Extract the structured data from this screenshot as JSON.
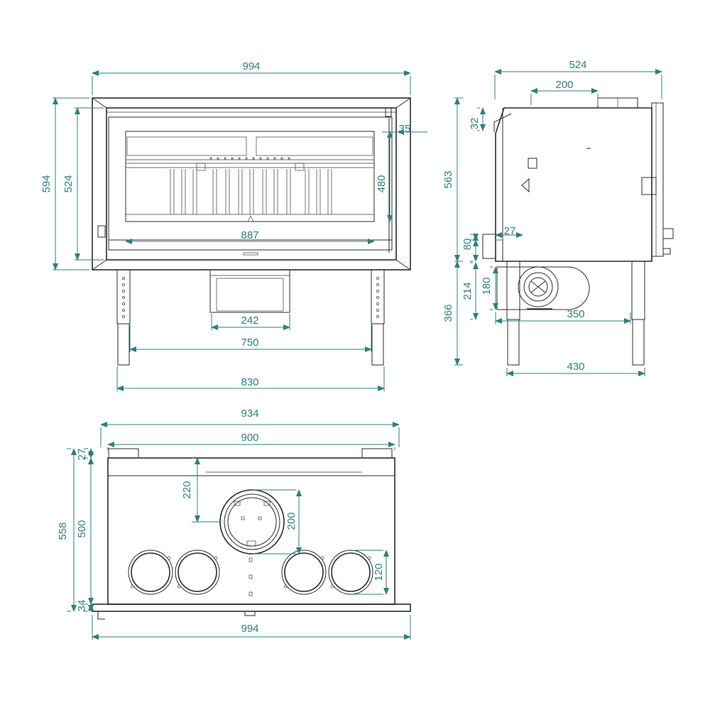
{
  "colors": {
    "dimension": "#2f7f7a",
    "outline": "#2b2b2b",
    "background": "#ffffff"
  },
  "front_view": {
    "overall_width": "994",
    "frame_height": "594",
    "door_height": "524",
    "glass_offset": "35",
    "glass_height": "480",
    "glass_width": "887",
    "ash_drawer_width": "242",
    "leg_inner_spacing": "750",
    "leg_outer_spacing": "830"
  },
  "side_view": {
    "depth": "524",
    "flue_diameter": "200",
    "top_offset": "32",
    "body_height": "563",
    "air_inlet_offset": "27",
    "base_height": "80",
    "leg_height": "366",
    "fan_height_outer": "214",
    "fan_height_inner": "180",
    "fan_depth": "350",
    "leg_spacing": "430"
  },
  "top_view": {
    "overall_width": "934",
    "body_width": "900",
    "back_offset": "27",
    "total_depth": "558",
    "body_depth": "500",
    "front_lip": "34",
    "flue_offset": "220",
    "flue_diameter": "200",
    "outlet_diameter": "120",
    "front_width": "994"
  }
}
